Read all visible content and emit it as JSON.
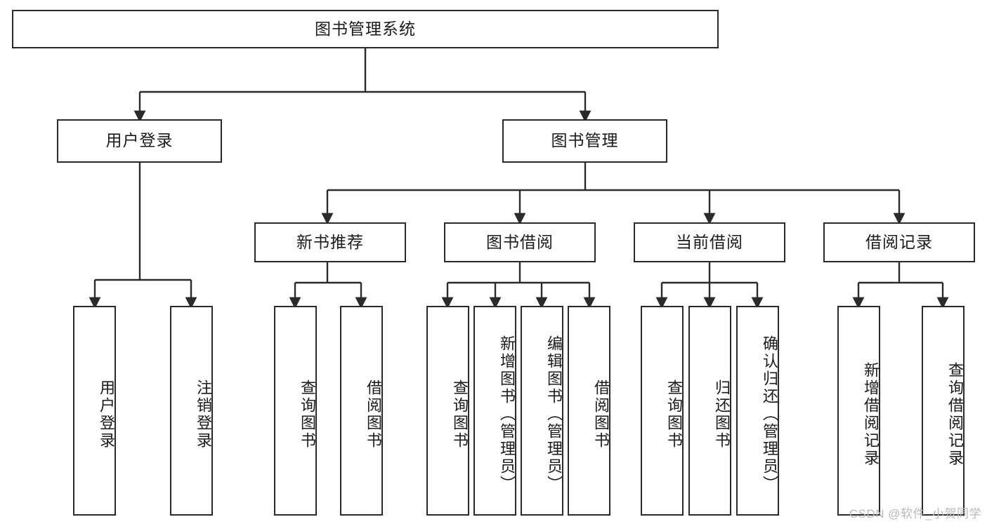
{
  "diagram": {
    "type": "hierarchy-tree",
    "title": "图书管理系统",
    "root": {
      "label": "图书管理系统"
    },
    "level2": [
      {
        "label": "用户登录"
      },
      {
        "label": "图书管理"
      }
    ],
    "level3": [
      {
        "label": "新书推荐"
      },
      {
        "label": "图书借阅"
      },
      {
        "label": "当前借阅"
      },
      {
        "label": "借阅记录"
      }
    ],
    "leaves": {
      "user_login": [
        {
          "label": "用户登录"
        },
        {
          "label": "注销登录"
        }
      ],
      "new_book_recommend": [
        {
          "label": "查询图书"
        },
        {
          "label": "借阅图书"
        }
      ],
      "book_borrow": [
        {
          "label": "查询图书"
        },
        {
          "label": "新增图书（管理员）"
        },
        {
          "label": "编辑图书（管理员）"
        },
        {
          "label": "借阅图书"
        }
      ],
      "current_borrow": [
        {
          "label": "查询图书"
        },
        {
          "label": "归还图书"
        },
        {
          "label": "确认归还（管理员）"
        }
      ],
      "borrow_record": [
        {
          "label": "新增借阅记录"
        },
        {
          "label": "查询借阅记录"
        }
      ]
    }
  },
  "watermark": {
    "text": "CSDN @软件_小贺同学"
  },
  "colors": {
    "box_border": "#2a2a2a",
    "box_fill": "#ffffff",
    "connector": "#2a2a2a",
    "text": "#1a1a1a",
    "watermark": "#b9b9b9"
  }
}
